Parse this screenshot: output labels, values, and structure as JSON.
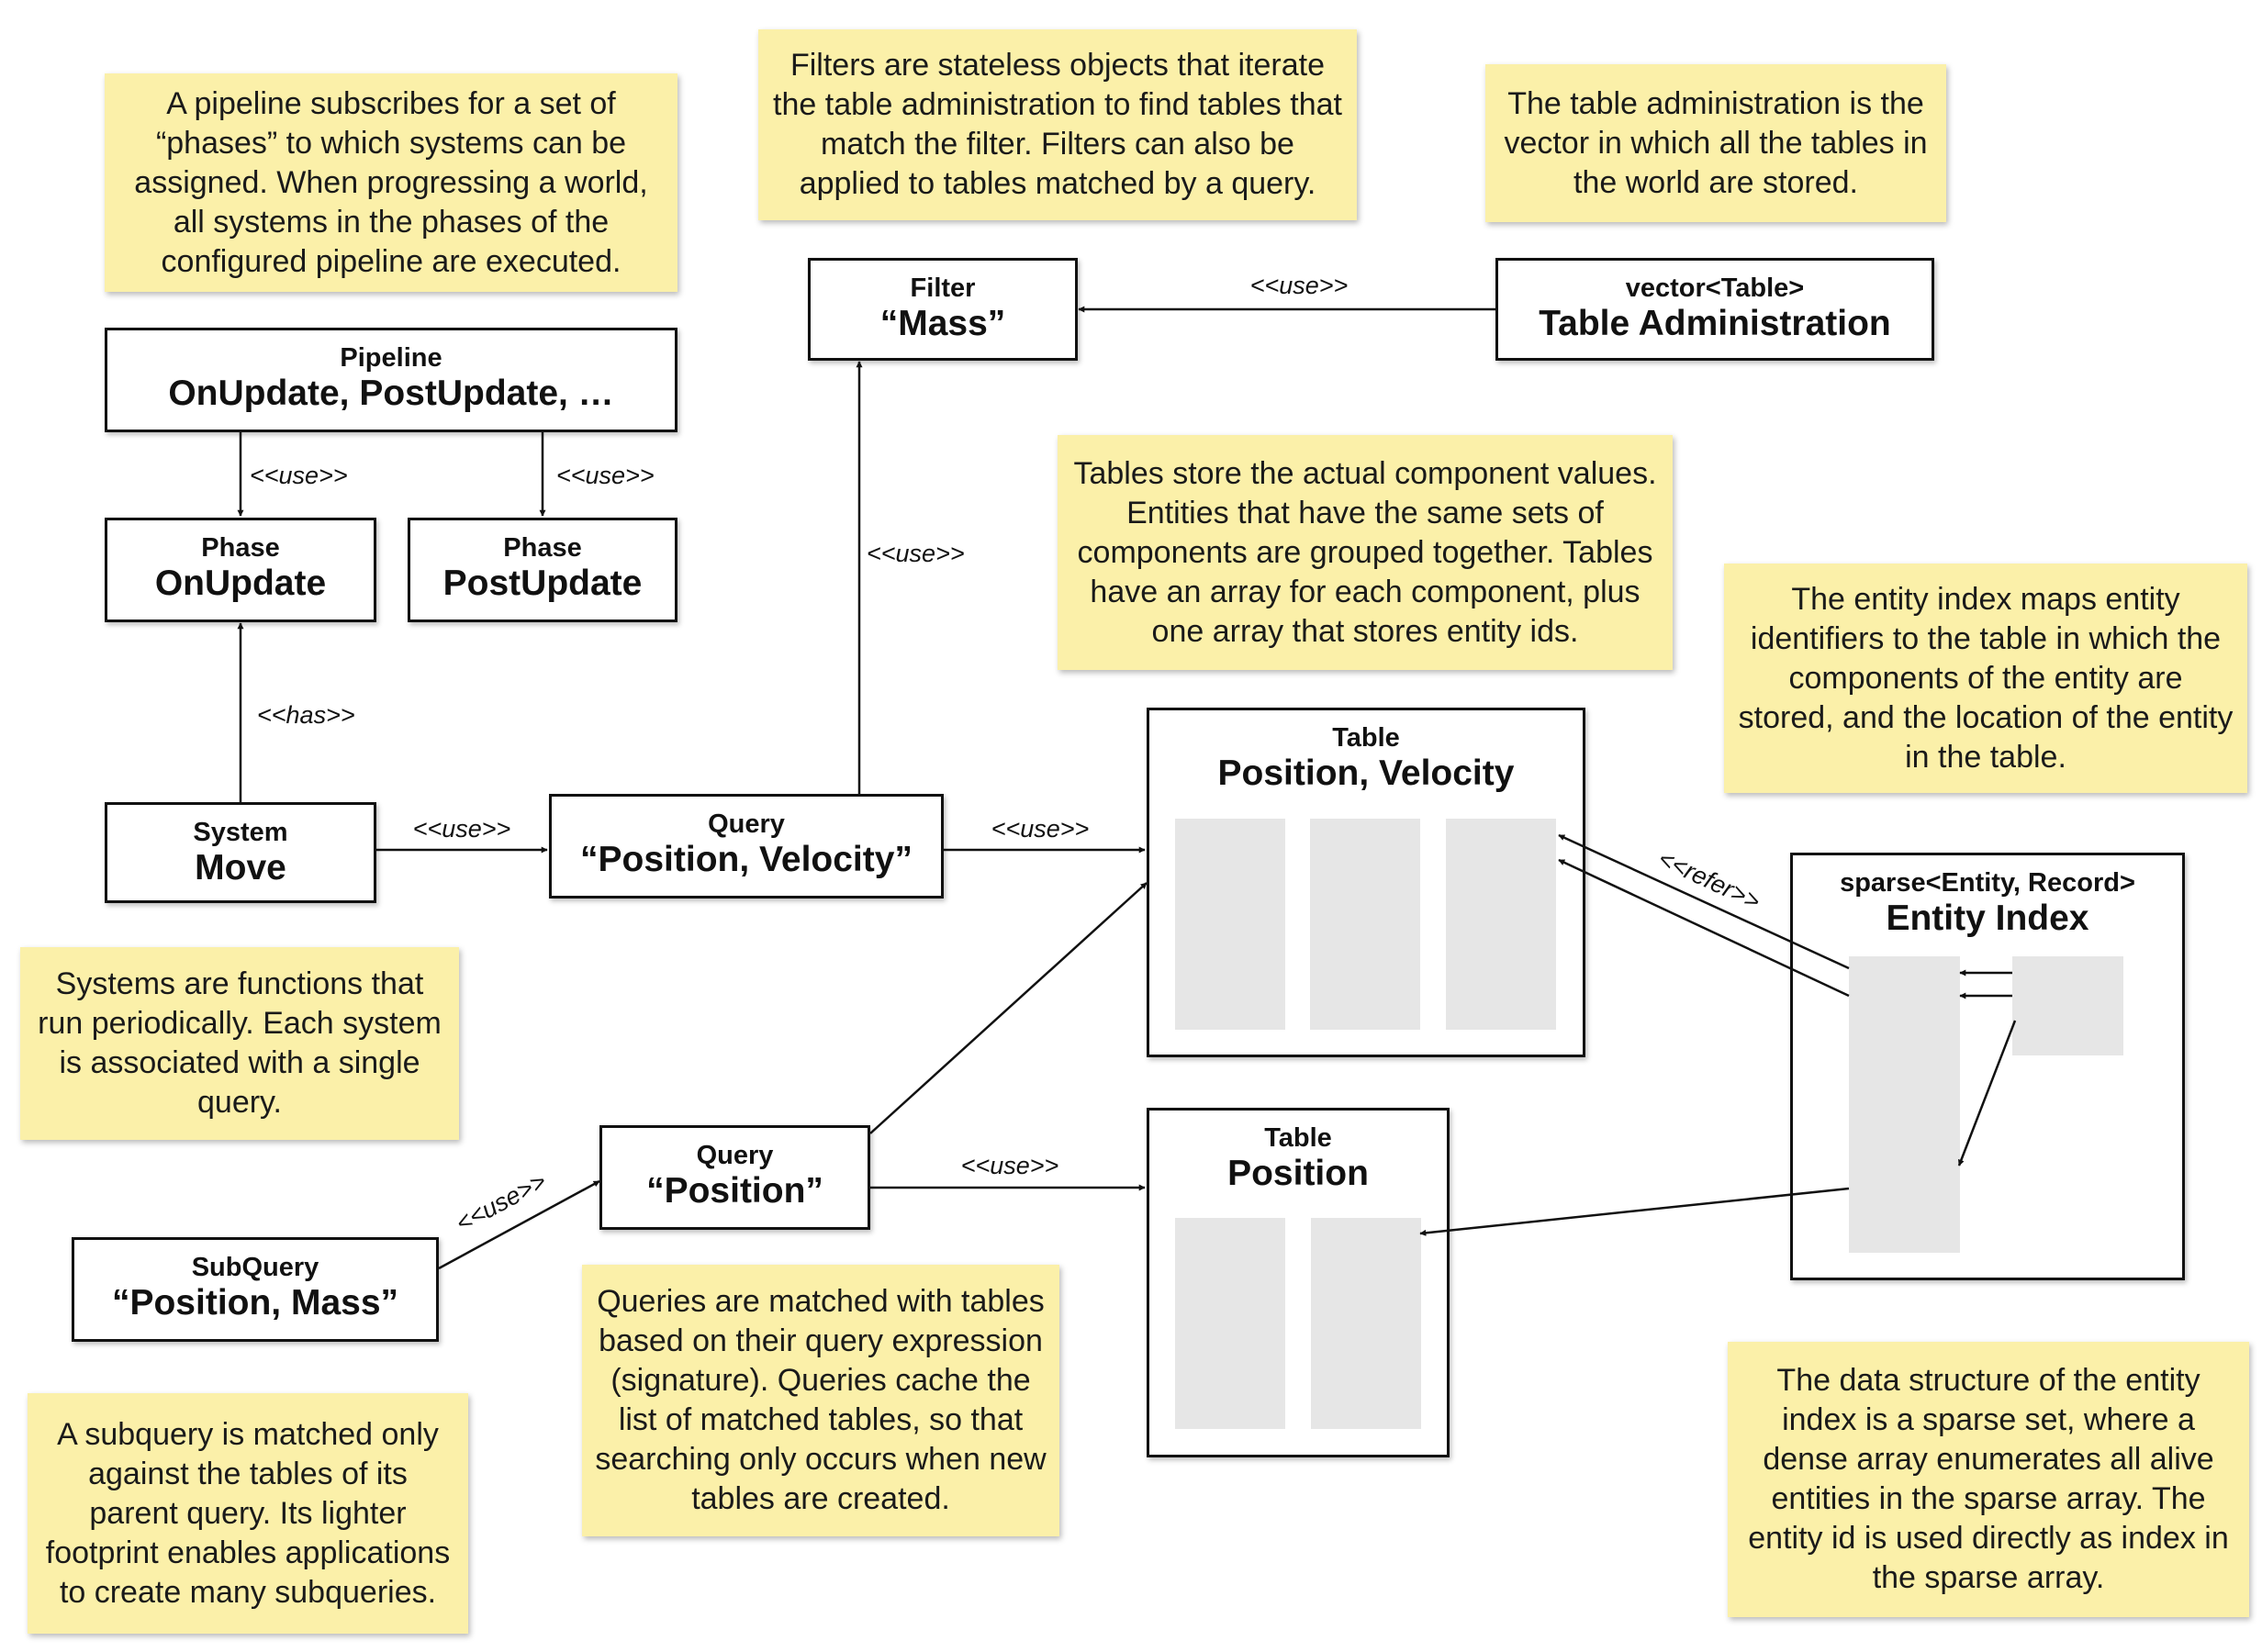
{
  "notes": {
    "pipeline": "A pipeline subscribes for a set of “phases” to which systems can be assigned. When progressing a world, all systems in the phases of the configured pipeline are executed.",
    "filters": "Filters are stateless objects that iterate the table administration to find tables that match the filter. Filters can also be applied to tables matched by a query.",
    "table_admin": "The table administration is the vector in which all the tables in the world are stored.",
    "tables": "Tables store the actual component values. Entities that have the same sets of components are grouped together. Tables have an array for each component, plus one array that stores entity ids.",
    "entity_index": "The entity index maps entity identifiers to the table in which the components of the entity are stored, and the location of the entity in the table.",
    "systems": "Systems are functions that run periodically. Each system is associated with a single query.",
    "queries": "Queries are matched with tables based on their query expression (signature). Queries cache the list of matched tables, so that searching only occurs when new tables are created.",
    "subquery": "A subquery is matched only against the tables of its parent query. Its lighter footprint enables applications to create many subqueries.",
    "sparse_set": "The data structure of the entity index is a sparse set, where a dense array enumerates all alive entities in the sparse array. The entity id is used directly as index in the sparse array."
  },
  "boxes": {
    "filter": {
      "kind": "Filter",
      "title": "“Mass”"
    },
    "table_admin": {
      "kind": "vector<Table>",
      "title": "Table Administration"
    },
    "pipeline": {
      "kind": "Pipeline",
      "title": "OnUpdate, PostUpdate, …"
    },
    "phase_onupdate": {
      "kind": "Phase",
      "title": "OnUpdate"
    },
    "phase_postupdate": {
      "kind": "Phase",
      "title": "PostUpdate"
    },
    "system_move": {
      "kind": "System",
      "title": "Move"
    },
    "query_pos_vel": {
      "kind": "Query",
      "title": "“Position, Velocity”"
    },
    "table_pos_vel": {
      "kind": "Table",
      "title": "Position, Velocity"
    },
    "entity_index": {
      "kind": "sparse<Entity, Record>",
      "title": "Entity Index"
    },
    "query_pos": {
      "kind": "Query",
      "title": "“Position”"
    },
    "table_pos": {
      "kind": "Table",
      "title": "Position"
    },
    "subquery": {
      "kind": "SubQuery",
      "title": "“Position, Mass”"
    }
  },
  "labels": {
    "use": "<<use>>",
    "has": "<<has>>",
    "refer": "<<refer>>"
  }
}
